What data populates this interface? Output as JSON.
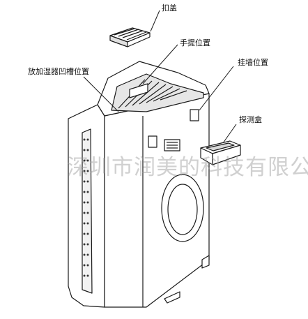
{
  "labels": {
    "cover": "扣盖",
    "handle": "手提位置",
    "wall_mount": "挂墙位置",
    "humidifier_slot": "放加湿器凹槽位置",
    "probe_box": "探测盒"
  },
  "watermark": "深圳市润美的科技有限公司",
  "colors": {
    "line": "#1a1a1a",
    "fill": "#ffffff",
    "shade": "#d9d9d9"
  }
}
